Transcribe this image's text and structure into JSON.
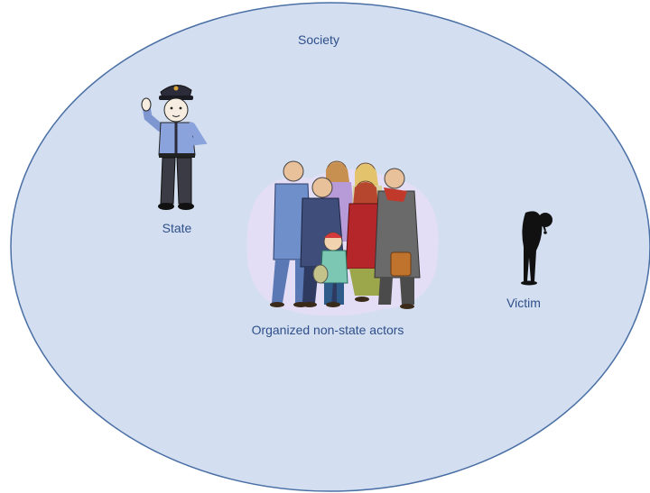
{
  "diagram": {
    "society": {
      "label": "Society"
    },
    "state": {
      "label": "State",
      "icon": "police-officer-icon"
    },
    "actors": {
      "label": "Organized non-state actors",
      "icon": "crowd-group-icon"
    },
    "victim": {
      "label": "Victim",
      "icon": "bowed-figure-icon"
    }
  },
  "colors": {
    "ellipse_fill": "#d3dff0",
    "ellipse_stroke": "#4a6fa5",
    "label_text": "#2f4f8a"
  }
}
